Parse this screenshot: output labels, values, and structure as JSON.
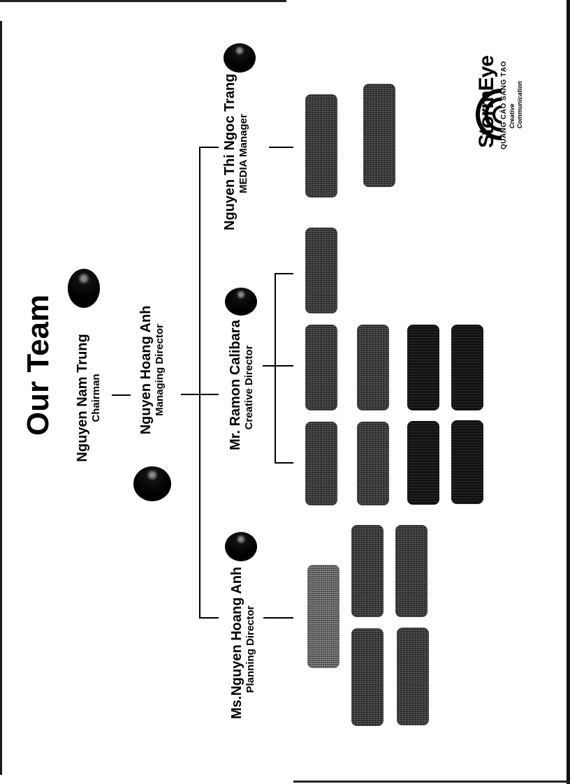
{
  "title": "Our Team",
  "people": {
    "chairman": {
      "name": "Nguyen Nam Trung",
      "role": "Chairman"
    },
    "managing_director": {
      "name": "Nguyen Hoang Anh",
      "role": "Managing Director"
    },
    "planning_director": {
      "name": "Ms.Nguyen Hoang Anh",
      "role": "Planning Director"
    },
    "creative_director": {
      "name": "Mr. Ramon Calibara",
      "role": "Creative Director"
    },
    "media_manager": {
      "name": "Nguyen Thi Ngoc Trang",
      "role": "MEDIA Manager"
    }
  },
  "teams": {
    "planning": {
      "box_count": 5
    },
    "creative": {
      "box_count": 9
    },
    "media": {
      "box_count": 2
    }
  },
  "logo": {
    "brand": "StormEye",
    "subtitle": "QUẢNG CÁO SÁNG TẠO",
    "tagline_1": "Creative",
    "tagline_2": "Communication",
    "icon": "storm-eye-arcs-icon"
  },
  "colors": {
    "ink": "#000000",
    "paper": "#ffffff",
    "box_fill": "#2a2a2a"
  }
}
